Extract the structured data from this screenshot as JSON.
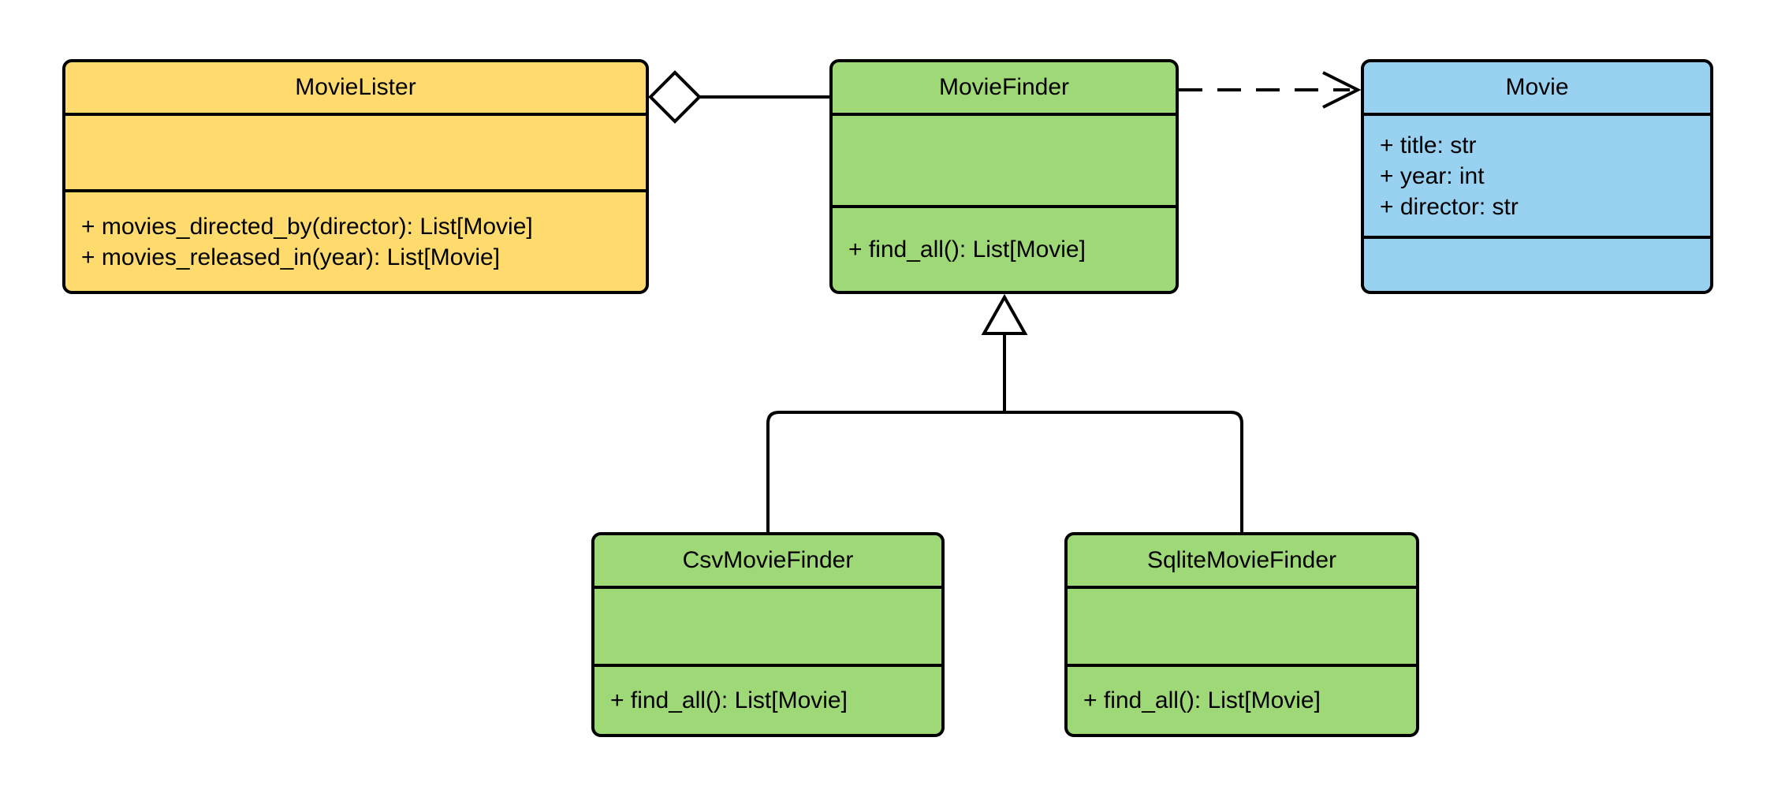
{
  "diagram": {
    "type": "uml-class-diagram",
    "background_color": "#ffffff",
    "stroke_color": "#000000",
    "classes": [
      {
        "name": "MovieLister",
        "fill": "#FFDB6E",
        "attributes": [],
        "methods": [
          "+ movies_directed_by(director): List[Movie]",
          "+ movies_released_in(year): List[Movie]"
        ]
      },
      {
        "name": "MovieFinder",
        "fill": "#9FD877",
        "attributes": [],
        "methods": [
          "+ find_all(): List[Movie]"
        ]
      },
      {
        "name": "Movie",
        "fill": "#99D1F1",
        "attributes": [
          "+ title: str",
          "+ year: int",
          "+ director: str"
        ],
        "methods": []
      },
      {
        "name": "CsvMovieFinder",
        "fill": "#9FD877",
        "attributes": [],
        "methods": [
          "+ find_all(): List[Movie]"
        ]
      },
      {
        "name": "SqliteMovieFinder",
        "fill": "#9FD877",
        "attributes": [],
        "methods": [
          "+ find_all(): List[Movie]"
        ]
      }
    ],
    "relationships": [
      {
        "type": "aggregation",
        "owner": "MovieLister",
        "part": "MovieFinder",
        "marker": "hollow-diamond-at-owner",
        "line_style": "solid"
      },
      {
        "type": "dependency",
        "from": "MovieFinder",
        "to": "Movie",
        "marker": "open-arrow-at-target",
        "line_style": "dashed"
      },
      {
        "type": "inheritance",
        "parent": "MovieFinder",
        "children": [
          "CsvMovieFinder",
          "SqliteMovieFinder"
        ],
        "marker": "hollow-triangle-at-parent",
        "line_style": "solid"
      }
    ]
  }
}
